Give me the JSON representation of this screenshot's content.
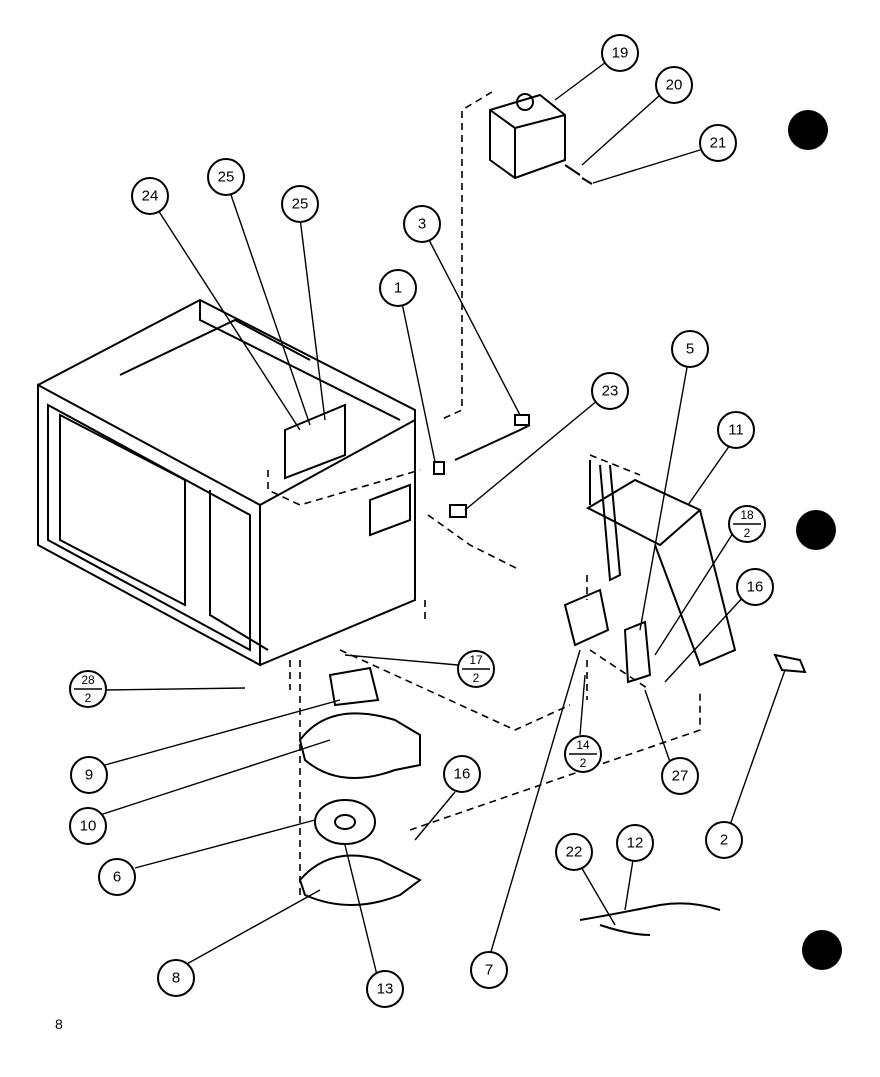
{
  "page_number": "8",
  "callouts": [
    {
      "id": "c19",
      "label": "19"
    },
    {
      "id": "c20",
      "label": "20"
    },
    {
      "id": "c21",
      "label": "21"
    },
    {
      "id": "c24",
      "label": "24"
    },
    {
      "id": "c25a",
      "label": "25"
    },
    {
      "id": "c25b",
      "label": "25"
    },
    {
      "id": "c3",
      "label": "3"
    },
    {
      "id": "c1",
      "label": "1"
    },
    {
      "id": "c23",
      "label": "23"
    },
    {
      "id": "c5",
      "label": "5"
    },
    {
      "id": "c11",
      "label": "11"
    },
    {
      "id": "c16a",
      "label": "16"
    },
    {
      "id": "c9",
      "label": "9"
    },
    {
      "id": "c10",
      "label": "10"
    },
    {
      "id": "c6",
      "label": "6"
    },
    {
      "id": "c8",
      "label": "8"
    },
    {
      "id": "c13",
      "label": "13"
    },
    {
      "id": "c16b",
      "label": "16"
    },
    {
      "id": "c7",
      "label": "7"
    },
    {
      "id": "c27",
      "label": "27"
    },
    {
      "id": "c2",
      "label": "2"
    },
    {
      "id": "c22",
      "label": "22"
    },
    {
      "id": "c12",
      "label": "12"
    }
  ],
  "fraction_callouts": [
    {
      "id": "f18",
      "num": "18",
      "den": "2"
    },
    {
      "id": "f17",
      "num": "17",
      "den": "2"
    },
    {
      "id": "f28",
      "num": "28",
      "den": "2"
    },
    {
      "id": "f14",
      "num": "14",
      "den": "2"
    }
  ]
}
